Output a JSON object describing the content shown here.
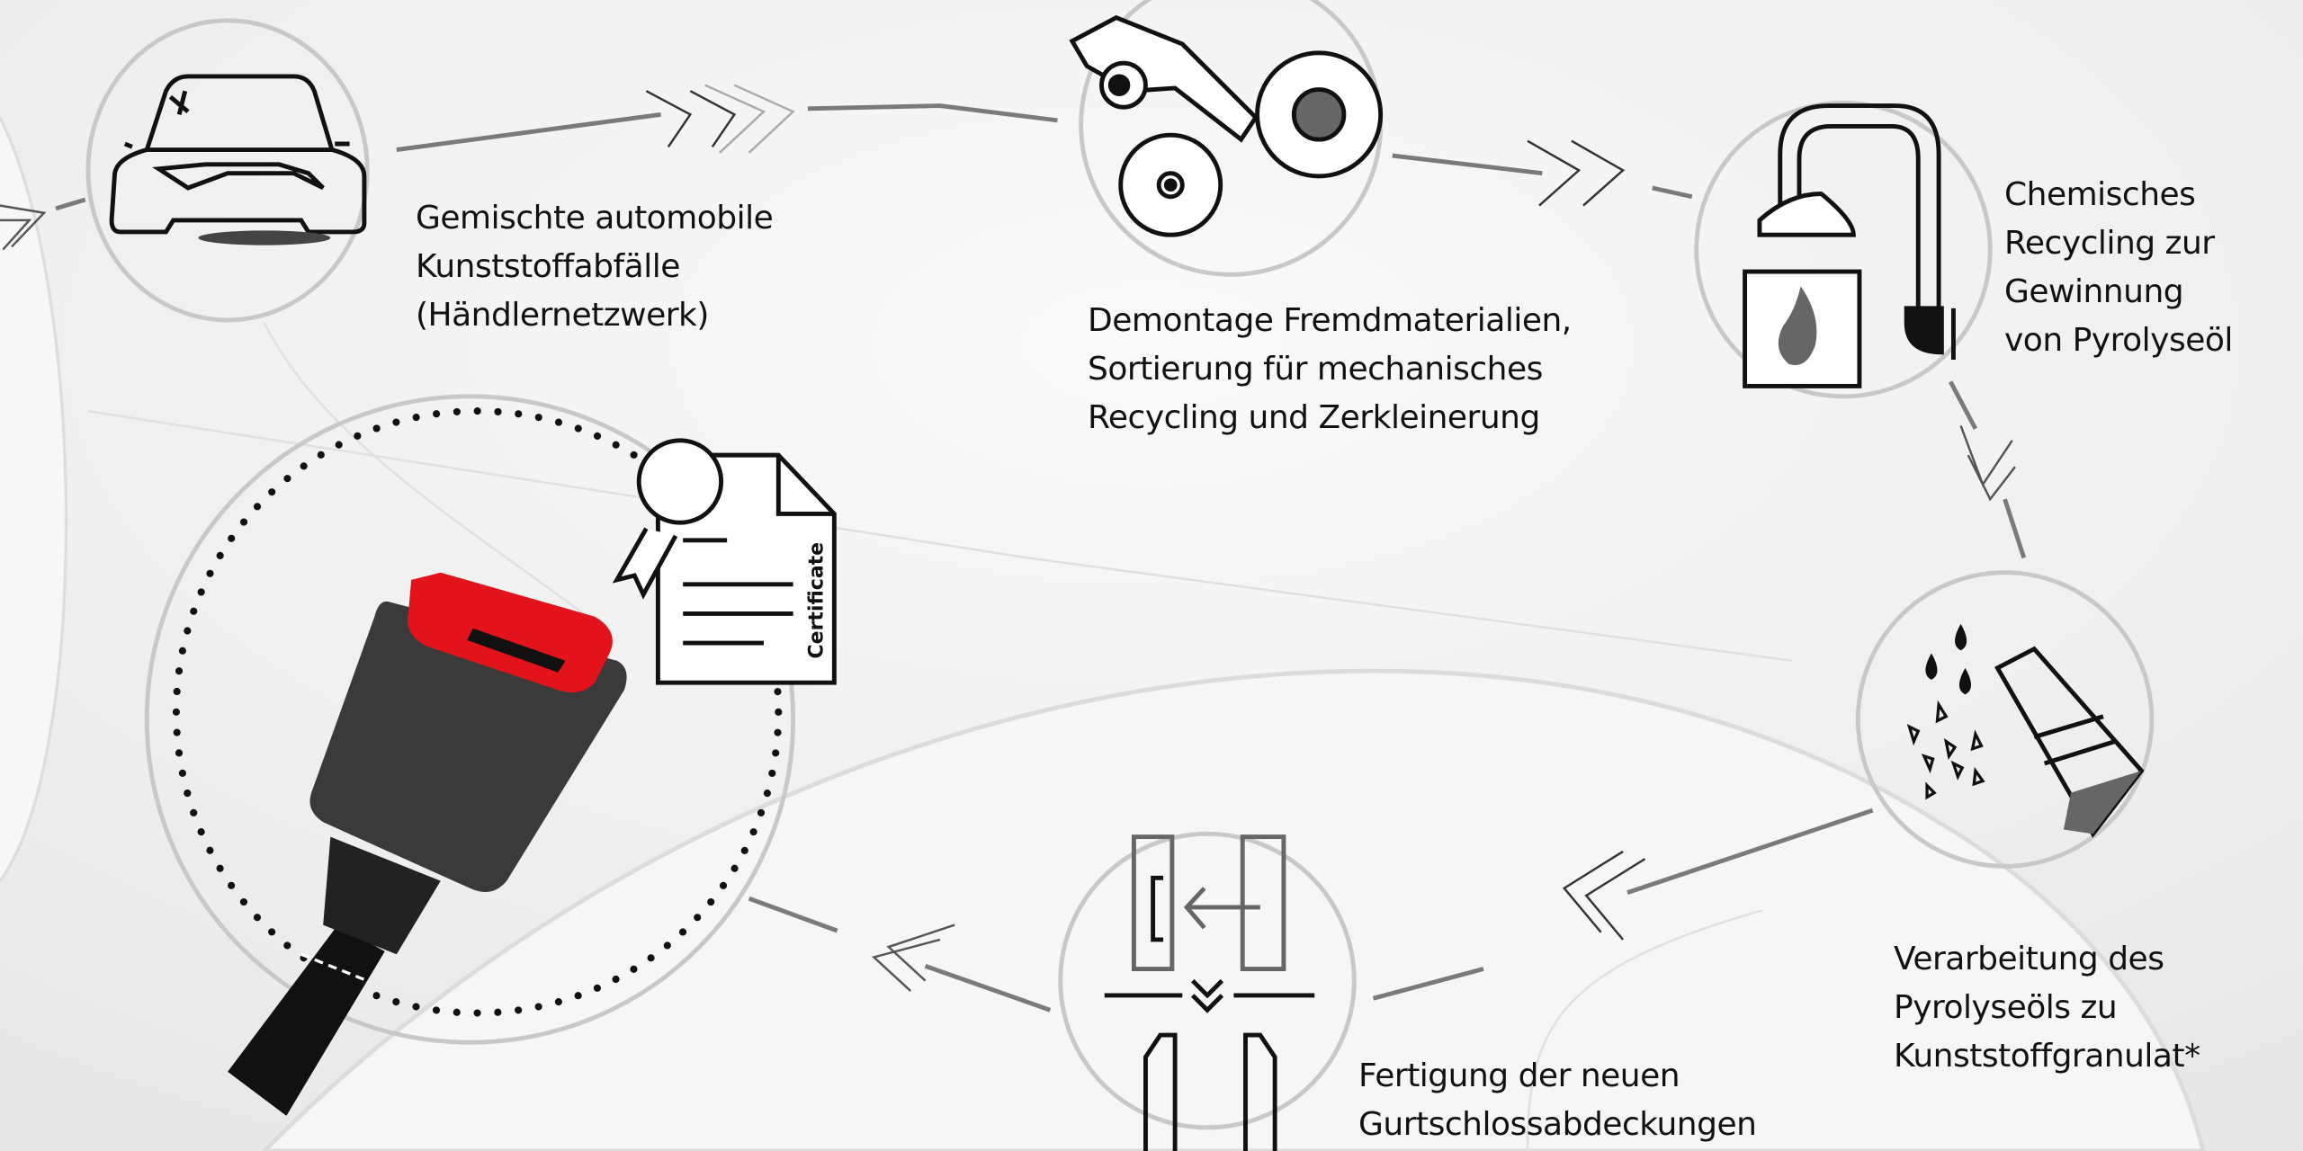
{
  "steps": [
    {
      "id": "waste",
      "icon": "damaged-car-icon",
      "lines": [
        "Gemischte automobile",
        "Kunststoffabfälle",
        "(Händlernetzwerk)"
      ]
    },
    {
      "id": "dismantle",
      "icon": "shredder-gears-icon",
      "lines": [
        "Demontage Fremdmaterialien,",
        "Sortierung für mechanisches",
        "Recycling und Zerkleinerung"
      ]
    },
    {
      "id": "chemical",
      "icon": "pyrolysis-reactor-icon",
      "lines": [
        "Chemisches",
        "Recycling zur",
        "Gewinnung",
        "von Pyrolyseöl"
      ]
    },
    {
      "id": "granulate",
      "icon": "flask-granulate-icon",
      "lines": [
        "Verarbeitung des",
        "Pyrolyseöls zu",
        "Kunststoffgranulat*"
      ]
    },
    {
      "id": "manufacture",
      "icon": "injection-mold-icon",
      "lines": [
        "Fertigung der neuen",
        "Gurtschlossabdeckungen"
      ]
    }
  ],
  "certificate": {
    "label": "Certificate",
    "icon": "certificate-icon"
  },
  "product": {
    "icon": "seatbelt-buckle-icon"
  },
  "colors": {
    "accent": "#e3131b",
    "buckle": "#3a3a3a",
    "line": "#777777"
  }
}
